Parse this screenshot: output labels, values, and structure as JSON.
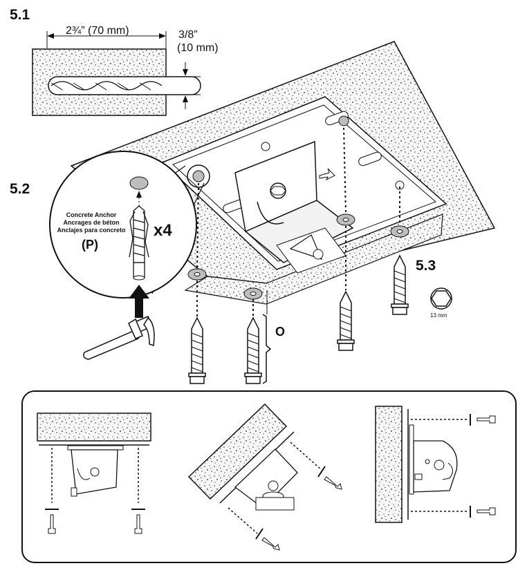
{
  "steps": {
    "s1": "5.1",
    "s2": "5.2",
    "s3": "5.3"
  },
  "drill": {
    "depth": "2¾” (70 mm)",
    "dia_frac": "3/8”",
    "dia_mm": "(10 mm)"
  },
  "anchor": {
    "label_en": "Concrete Anchor",
    "label_fr": "Ancrages de béton",
    "label_es": "Anclajes para concreto",
    "part": "(P)",
    "qty": "x4"
  },
  "bolt_group_label": "O",
  "wrench": {
    "size": "13 mm"
  },
  "colors": {
    "ink": "#111111",
    "concrete": "#f4f4f4",
    "washer": "#bdbdbd"
  },
  "icons": [
    "hex-socket-icon",
    "hammer-icon",
    "arrow-up-icon",
    "drill-bit-icon"
  ]
}
